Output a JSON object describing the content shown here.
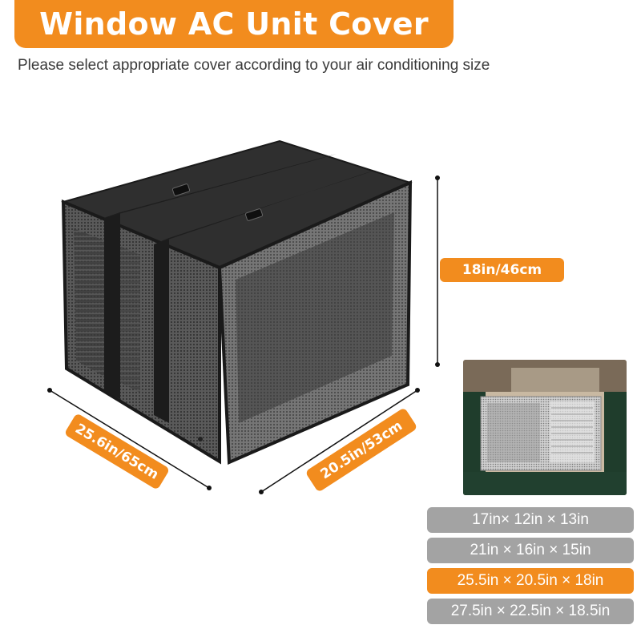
{
  "header": {
    "title": "Window AC Unit Cover",
    "subtitle": "Please select appropriate cover according to your air conditioning size"
  },
  "dimensions": {
    "height": "18in/46cm",
    "width": "25.6in/65cm",
    "depth": "20.5in/53cm"
  },
  "size_options": [
    {
      "label": "17in× 12in × 13in",
      "selected": false
    },
    {
      "label": "21in × 16in × 15in",
      "selected": false
    },
    {
      "label": "25.5in × 20.5in × 18in",
      "selected": true
    },
    {
      "label": "27.5in × 22.5in × 18.5in",
      "selected": false
    }
  ],
  "colors": {
    "accent": "#f28c1e",
    "option_gray": "#a3a3a3",
    "cover_dark": "#2b2b2b",
    "mesh_gray": "#6e6e6e"
  },
  "icons": {
    "buckle": "buckle-icon",
    "dimension_arrow": "dimension-line"
  }
}
